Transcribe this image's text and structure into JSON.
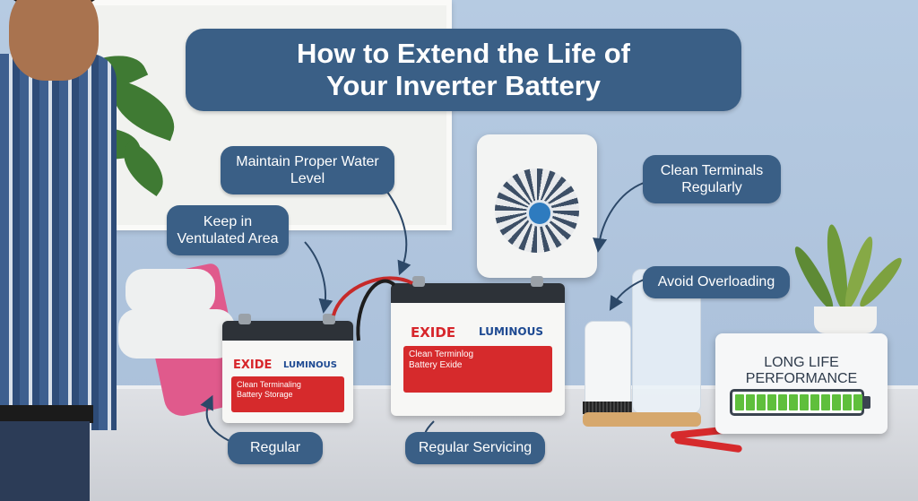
{
  "title": "How to Extend the Life of\nYour Inverter Battery",
  "callouts": {
    "water": "Maintain Proper Water\nLevel",
    "ventilated": "Keep in\nVentulated Area",
    "terminals": "Clean Terminals\nRegularly",
    "overloading": "Avoid Overloading",
    "regular": "Regular",
    "servicing": "Regular Servicing"
  },
  "battery_small": {
    "brand_left": "EXIDE",
    "brand_right": "LUMINOUS",
    "strip_text": "Clean Terminaling\nBattery Storage"
  },
  "battery_large": {
    "brand_left": "EXIDE",
    "brand_right": "LUMINOUS",
    "strip_text": "Clean Terminlog\nBattery Exide"
  },
  "life_card": {
    "title": "LONG LIFE\nPERFORMANCE",
    "charge_level": 1.0
  },
  "colors": {
    "callout_bg": "#3a5f86",
    "wall": "#b6cbe2",
    "battery_red": "#d62a2c",
    "charge_green": "#5fbf3c"
  }
}
